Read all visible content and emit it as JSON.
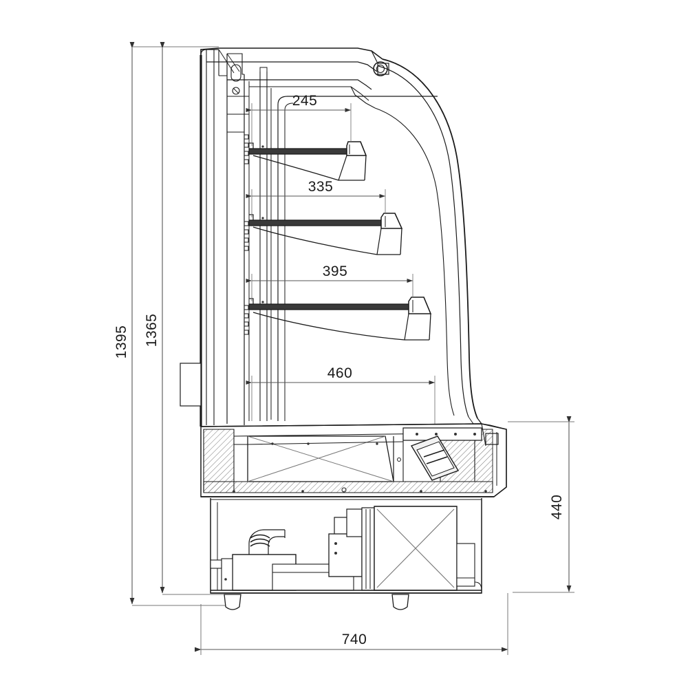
{
  "drawing": {
    "title": "Refrigerated Display Cabinet - Side Section View",
    "units": "mm",
    "line_color": "#1a1a1a",
    "dim_color": "#555555",
    "hatch_color": "#666666",
    "background": "#ffffff"
  },
  "dimensions": {
    "overall_height": {
      "value": "1395",
      "orientation": "vertical",
      "position": "far-left"
    },
    "cabinet_height": {
      "value": "1365",
      "orientation": "vertical",
      "position": "left"
    },
    "base_height": {
      "value": "440",
      "orientation": "vertical",
      "position": "right"
    },
    "overall_depth": {
      "value": "740",
      "orientation": "horizontal",
      "position": "bottom"
    },
    "shelf_depths": [
      {
        "value": "245",
        "label": "top-shelf-depth"
      },
      {
        "value": "335",
        "label": "second-shelf-depth"
      },
      {
        "value": "395",
        "label": "third-shelf-depth"
      },
      {
        "value": "460",
        "label": "base-deck-depth"
      }
    ]
  },
  "components": {
    "curved_glass_front": "curved-glass-front",
    "top_canopy": "top-canopy",
    "rear_panel": "rear-panel",
    "shelf_rail": "shelf-support-rail",
    "shelves": [
      "shelf-1",
      "shelf-2",
      "shelf-3"
    ],
    "base_deck": "base-display-deck",
    "insulation": "insulation-hatch",
    "evaporator_pan": "evaporator-pan",
    "compressor": "compressor-unit",
    "condenser": "condenser-coil",
    "duct": "air-duct",
    "feet": [
      "leveling-foot-left",
      "leveling-foot-right"
    ],
    "side_box": "side-control-box",
    "hinge": "canopy-hinge"
  }
}
